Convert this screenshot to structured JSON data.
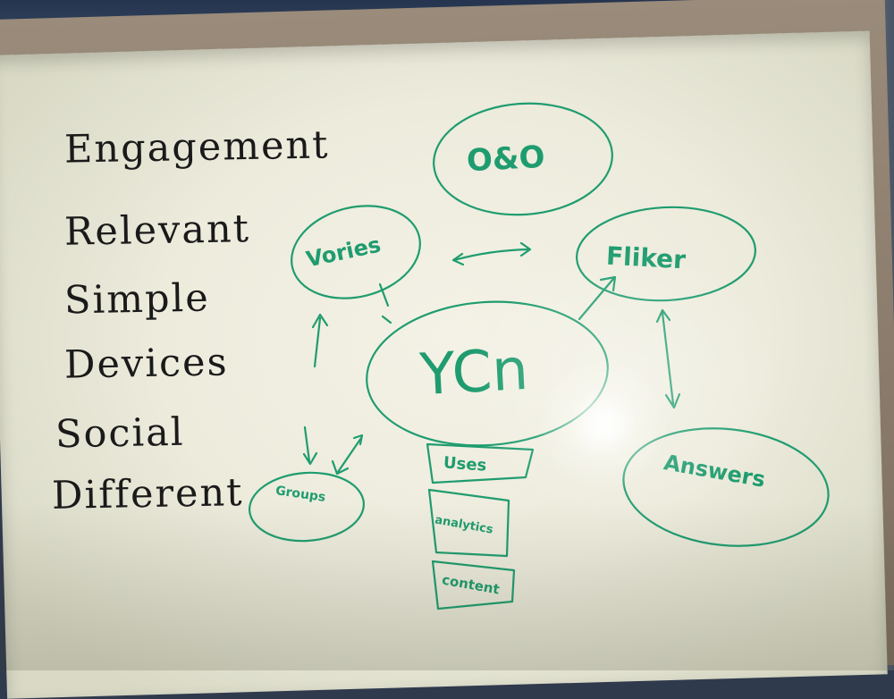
{
  "list_words": [
    "Engagement",
    "Relevant",
    "Simple",
    "Devices",
    "Social",
    "Different"
  ],
  "nodes": {
    "center": "YCn",
    "top": "O&O",
    "left": "Vories",
    "right": "Fliker",
    "lower_right": "Answers",
    "lower_left": "Groups"
  },
  "stack": [
    "Uses",
    "analytics",
    "content"
  ],
  "colors": {
    "marker_green": "#1f9c6f",
    "marker_black": "#1a1a1a",
    "board": "#ecebdc"
  }
}
